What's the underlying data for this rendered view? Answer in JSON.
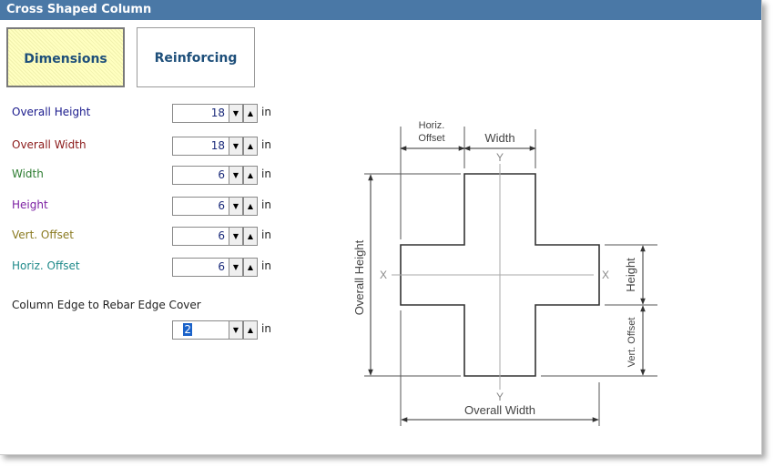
{
  "window": {
    "title": "Cross Shaped Column"
  },
  "tabs": [
    {
      "label": "Dimensions",
      "active": true
    },
    {
      "label": "Reinforcing",
      "active": false
    }
  ],
  "fields": [
    {
      "label": "Overall Height",
      "value": "18",
      "unit": "in",
      "label_color": "#1a1a8c"
    },
    {
      "label": "Overall Width",
      "value": "18",
      "unit": "in",
      "label_color": "#8b1a1a"
    },
    {
      "label": "Width",
      "value": "6",
      "unit": "in",
      "label_color": "#2e7d32"
    },
    {
      "label": "Height",
      "value": "6",
      "unit": "in",
      "label_color": "#7b1fa2"
    },
    {
      "label": "Vert. Offset",
      "value": "6",
      "unit": "in",
      "label_color": "#8a7a20"
    },
    {
      "label": "Horiz. Offset",
      "value": "6",
      "unit": "in",
      "label_color": "#1f8a8a"
    }
  ],
  "cover": {
    "label": "Column Edge to Rebar Edge Cover",
    "value": "2",
    "unit": "in"
  },
  "diagram": {
    "horiz_offset_line1": "Horiz.",
    "horiz_offset_line2": "Offset",
    "width": "Width",
    "height": "Height",
    "vert_offset": "Vert. Offset",
    "overall_height": "Overall Height",
    "overall_width": "Overall Width",
    "y_top": "Y",
    "y_bottom": "Y",
    "x_left": "X",
    "x_right": "X"
  },
  "icons": {
    "spin_down": "caret-down-icon",
    "spin_up": "caret-up-icon"
  }
}
